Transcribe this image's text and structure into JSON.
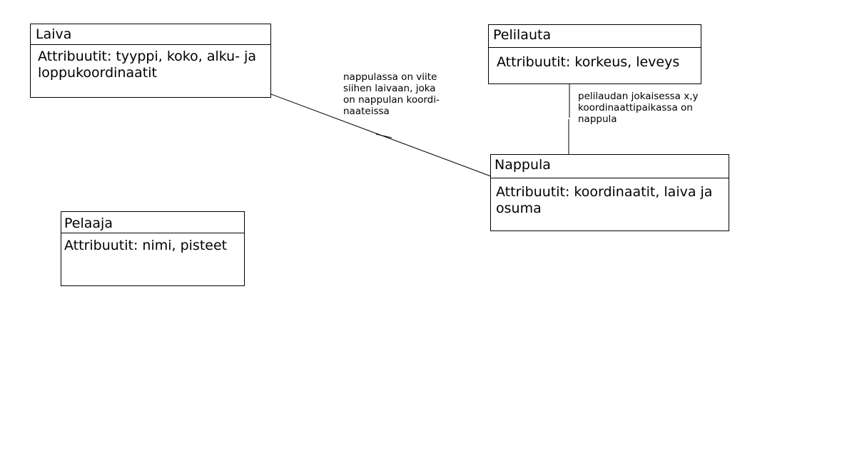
{
  "diagram": {
    "classes": {
      "laiva": {
        "name": "Laiva",
        "attributes": "Attribuutit: tyyppi, koko, alku- ja loppukoordinaatit"
      },
      "pelilauta": {
        "name": "Pelilauta",
        "attributes": "Attribuutit: korkeus, leveys"
      },
      "nappula": {
        "name": "Nappula",
        "attributes": "Attribuutit: koordinaatit, laiva ja osuma"
      },
      "pelaaja": {
        "name": "Pelaaja",
        "attributes": "Attribuutit: nimi, pisteet"
      }
    },
    "associations": {
      "laiva_nappula": {
        "from": "Nappula",
        "to": "Laiva",
        "note": "nappulassa on viite\nsiihen laivaan, joka\non nappulan koordi-\nnaateissa"
      },
      "pelilauta_nappula": {
        "from": "Pelilauta",
        "to": "Nappula",
        "note": "pelilaudan jokaisessa x,y\nkoordinaattipaikassa on\nnappula"
      }
    }
  }
}
